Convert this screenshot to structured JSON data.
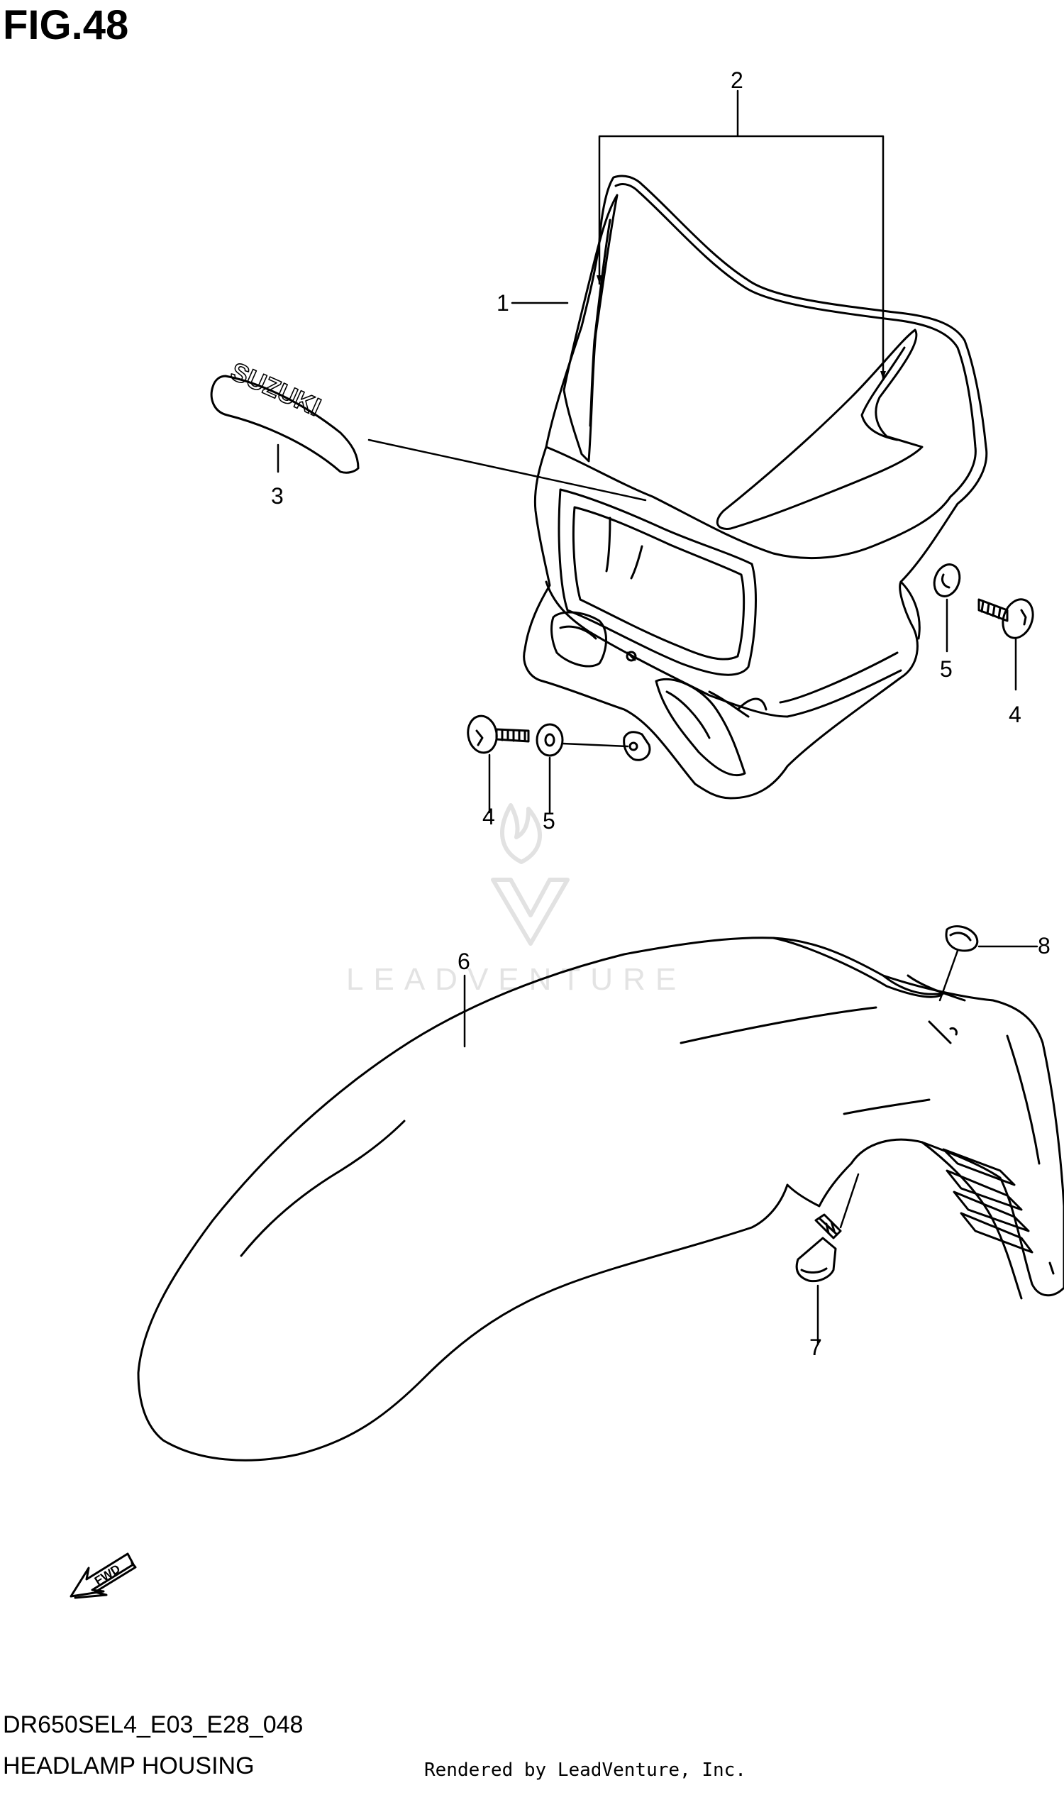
{
  "figure": {
    "title": "FIG.48",
    "code": "DR650SEL4_E03_E28_048",
    "name": "HEADLAMP HOUSING",
    "render_credit": "Rendered by LeadVenture, Inc.",
    "watermark": "LEADVENTURE",
    "decal_text": "SUZUKI",
    "fwd_label": "FWD"
  },
  "callouts": {
    "c1": "1",
    "c2": "2",
    "c3": "3",
    "c4a": "4",
    "c4b": "4",
    "c5a": "5",
    "c5b": "5",
    "c6": "6",
    "c7": "7",
    "c8": "8"
  }
}
